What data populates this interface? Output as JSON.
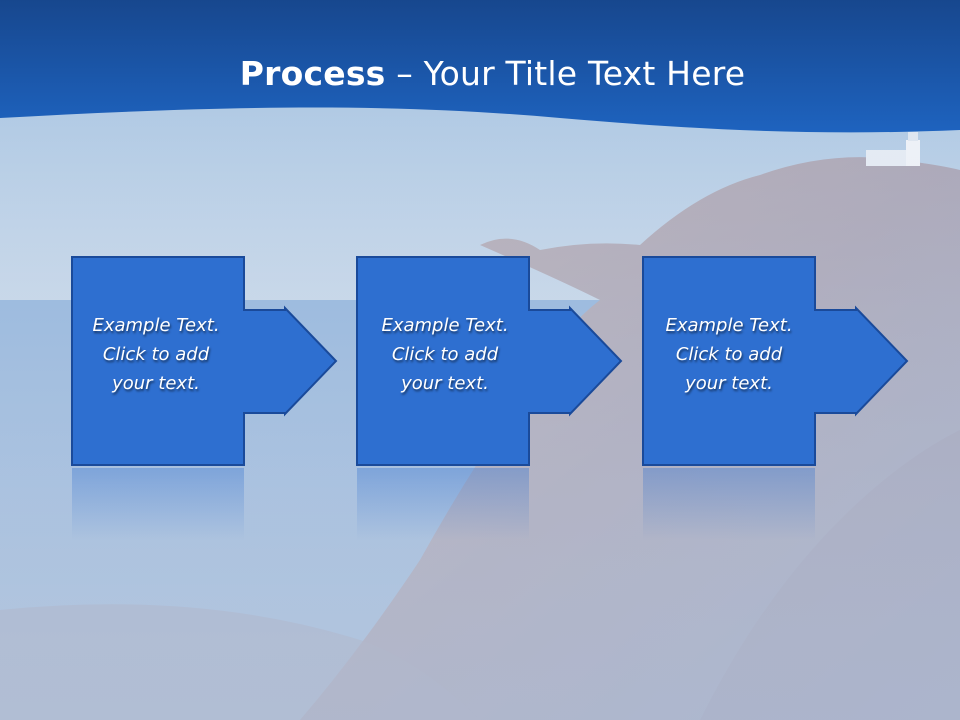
{
  "slide": {
    "title_bold": "Process",
    "title_rest": " – Your Title Text Here",
    "steps": [
      {
        "lines": [
          "Example Text.",
          "Click  to add",
          "your text."
        ]
      },
      {
        "lines": [
          "Example Text.",
          "Click  to add",
          "your text."
        ]
      },
      {
        "lines": [
          "Example Text.",
          "Click  to add",
          "your text."
        ]
      }
    ]
  },
  "colors": {
    "header_blue": "#1d5cab",
    "box_blue": "#2e6fd0",
    "box_border": "#1a4a9a",
    "text": "#ffffff"
  }
}
